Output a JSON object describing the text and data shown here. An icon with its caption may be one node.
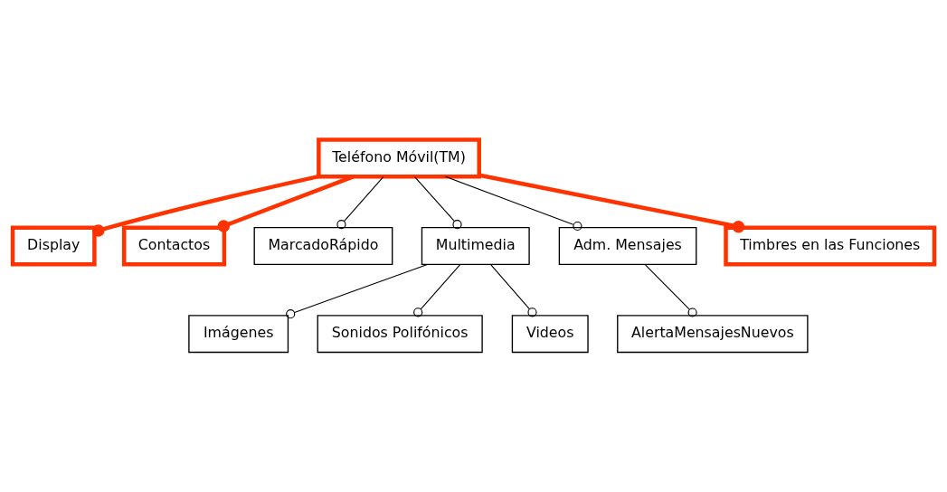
{
  "diagram": {
    "nodes": [
      {
        "text": [
          "Teléfono Móvil(TM)"
        ]
      },
      {
        "text": [
          "Display"
        ]
      },
      {
        "text": [
          "Contactos"
        ]
      },
      {
        "text": [
          "MarcadoRápido"
        ]
      },
      {
        "text": [
          "Multimedia"
        ]
      },
      {
        "text": [
          "Adm. Mensajes"
        ]
      },
      {
        "text": [
          "Timbres en las Funciones"
        ]
      },
      {
        "text": [
          "Imágenes"
        ]
      },
      {
        "text": [
          "Sonidos Polifónicos"
        ]
      },
      {
        "text": [
          "Videos"
        ]
      },
      {
        "text": [
          "AlertaMensajesNuevos"
        ]
      }
    ],
    "edges": [
      {
        "from": 0,
        "to": 1,
        "arrow": "other",
        "style": "thick",
        "color": "#ff3300"
      },
      {
        "from": 0,
        "to": 2,
        "arrow": "other",
        "style": "thick",
        "color": "#ff3300"
      },
      {
        "from": 0,
        "to": 4,
        "arrow": "other"
      },
      {
        "from": 0,
        "to": 6,
        "arrow": "other",
        "style": "thick",
        "color": "#ff3300"
      },
      {
        "from": 0,
        "to": 5,
        "arrow": "other"
      },
      {
        "from": 0,
        "to": 3,
        "arrow": "other"
      },
      {
        "from": 4,
        "to": 7,
        "arrow": "other"
      },
      {
        "from": 4,
        "to": 8,
        "arrow": "other"
      },
      {
        "from": 4,
        "to": 9,
        "arrow": "other"
      },
      {
        "from": 5,
        "to": 10,
        "arrow": "other"
      }
    ]
  }
}
